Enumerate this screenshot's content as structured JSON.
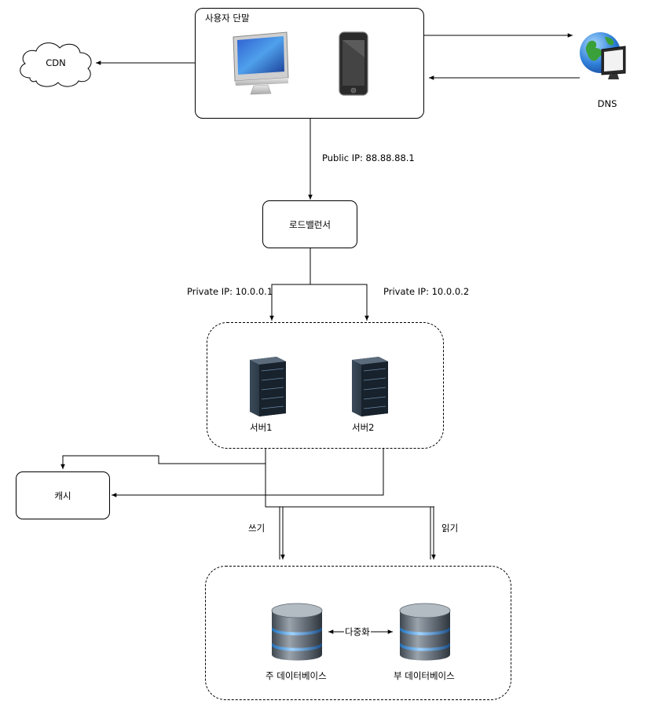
{
  "user_device": {
    "title": "사용자 단말"
  },
  "cdn": {
    "label": "CDN"
  },
  "dns": {
    "label": "DNS"
  },
  "edges": {
    "public_ip": "Public IP: 88.88.88.1",
    "private_ip_1": "Private IP: 10.0.0.1",
    "private_ip_2": "Private IP: 10.0.0.2",
    "write": "쓰기",
    "read": "읽기",
    "replication": "다중화"
  },
  "load_balancer": {
    "label": "로드밸런서"
  },
  "servers": [
    {
      "label": "서버1"
    },
    {
      "label": "서버2"
    }
  ],
  "cache": {
    "label": "캐시"
  },
  "databases": {
    "master": {
      "label": "주 데이터베이스"
    },
    "slave": {
      "label": "부 데이터베이스"
    }
  }
}
